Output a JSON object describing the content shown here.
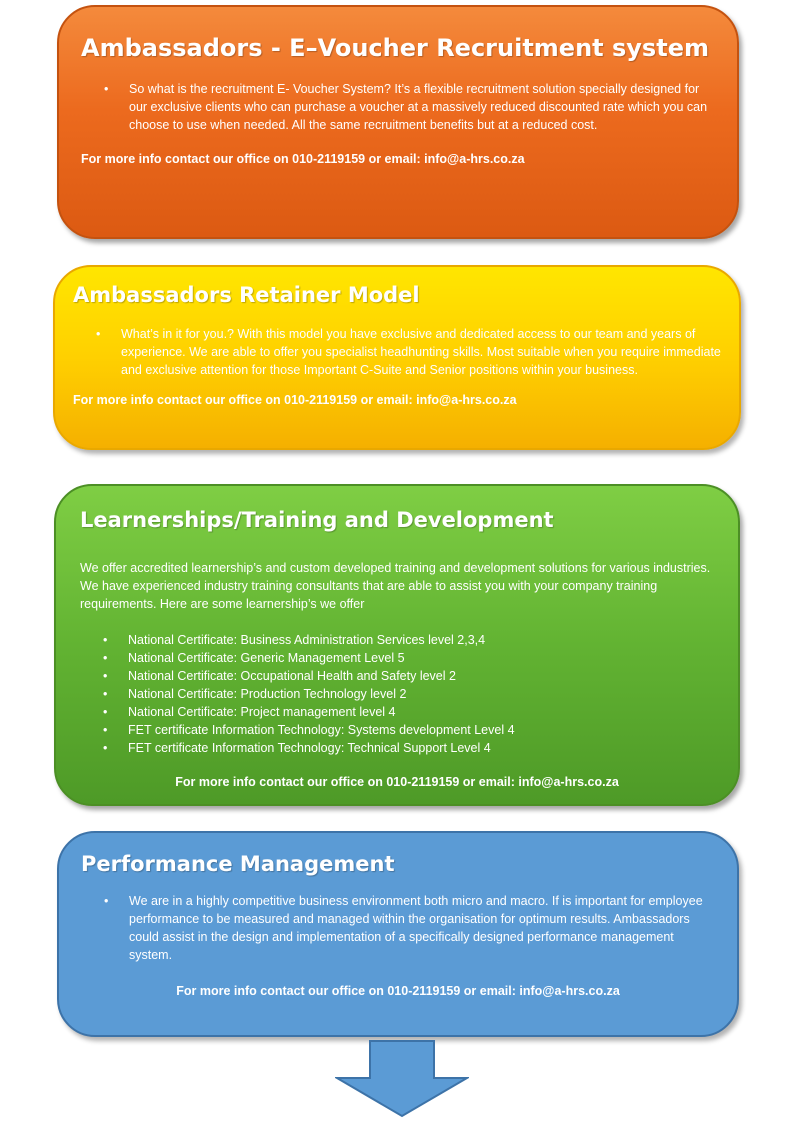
{
  "sections": {
    "evoucher": {
      "title": "Ambassadors -   E–Voucher Recruitment system",
      "bullets": [
        "So what is the recruitment E- Voucher System? It’s a flexible recruitment solution specially designed for our exclusive clients who can purchase a voucher at a massively reduced discounted rate which you can choose to use when needed. All the same recruitment benefits but at a reduced cost."
      ],
      "contact": "For more info contact our office on 010-2119159 or email: info@a-hrs.co.za"
    },
    "retainer": {
      "title": "Ambassadors Retainer Model",
      "bullets": [
        "What’s in it for you.? With this model you have exclusive and dedicated access to our team and years of experience. We are able to offer you specialist headhunting skills. Most suitable when you require immediate and exclusive attention for those Important C-Suite and Senior positions within your business."
      ],
      "contact": "For more info contact our office on 010-2119159 or email: info@a-hrs.co.za"
    },
    "learnerships": {
      "title": "Learnerships/Training and Development",
      "intro": "We offer accredited learnership’s and custom developed training and development solutions for various industries. We have experienced industry training consultants that are able to assist you with your company training requirements. Here are some learnership’s we offer",
      "bullets": [
        "National Certificate: Business Administration Services level 2,3,4",
        "National Certificate: Generic Management Level 5",
        "National Certificate: Occupational Health and Safety level 2",
        "National Certificate: Production Technology level 2",
        "National Certificate: Project management level 4",
        "FET certificate Information Technology: Systems development Level 4",
        "FET certificate Information Technology: Technical Support Level 4"
      ],
      "contact": "For more info contact our office on 010-2119159 or email: info@a-hrs.co.za"
    },
    "performance": {
      "title": "Performance Management",
      "bullets": [
        "We are in a highly competitive business environment both micro and macro. If is important for employee performance to be measured and managed within the organisation for optimum results. Ambassadors could assist in the design and implementation of a specifically designed performance management system."
      ],
      "contact": "For more info contact our office on 010-2119159 or email: info@a-hrs.co.za"
    }
  },
  "colors": {
    "orange": "#ec6a1e",
    "yellow": "#ffd000",
    "green": "#62b332",
    "blue": "#5b9bd5"
  },
  "icons": {
    "arrow": "down-arrow-icon"
  }
}
